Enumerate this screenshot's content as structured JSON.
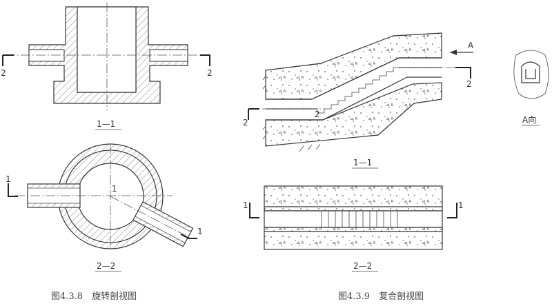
{
  "figure_4_3_8": {
    "view_top_label": "1—1",
    "view_bottom_label": "2—2",
    "cut2_left": "2",
    "cut2_right": "2",
    "cut1_left": "1",
    "cut1_center": "1",
    "cut1_right": "1",
    "caption": "图4.3.8　旋转剖视图"
  },
  "figure_4_3_9": {
    "view_top_label": "1—1",
    "view_bottom_label": "2—2",
    "arrow_label": "A",
    "cut2_right": "2",
    "cut2_left": "2",
    "cut2_mid": "2",
    "cut1_left": "1",
    "cut1_right": "1",
    "aux_view_label": "A向",
    "caption": "图4.3.9　复合剖视图"
  },
  "colors": {
    "line": "#333333",
    "hatch": "#555555",
    "background": "#ffffff"
  }
}
